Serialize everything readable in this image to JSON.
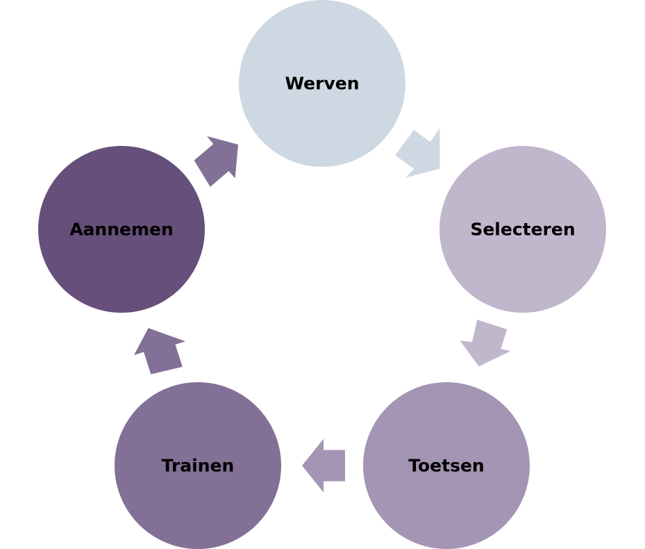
{
  "diagram": {
    "type": "cycle",
    "nodes": [
      {
        "id": "werven",
        "label": "Werven",
        "color": "#cdd8e2"
      },
      {
        "id": "selecteren",
        "label": "Selecteren",
        "color": "#c0b7cc"
      },
      {
        "id": "toetsen",
        "label": "Toetsen",
        "color": "#a395b3"
      },
      {
        "id": "trainen",
        "label": "Trainen",
        "color": "#837096"
      },
      {
        "id": "aannemen",
        "label": "Aannemen",
        "color": "#664f7a"
      }
    ],
    "arrows": [
      {
        "from": "werven",
        "to": "selecteren",
        "color": "#cdd8e2"
      },
      {
        "from": "selecteren",
        "to": "toetsen",
        "color": "#c0b7cc"
      },
      {
        "from": "toetsen",
        "to": "trainen",
        "color": "#a395b3"
      },
      {
        "from": "trainen",
        "to": "aannemen",
        "color": "#837096"
      },
      {
        "from": "aannemen",
        "to": "werven",
        "color": "#837096"
      }
    ]
  }
}
